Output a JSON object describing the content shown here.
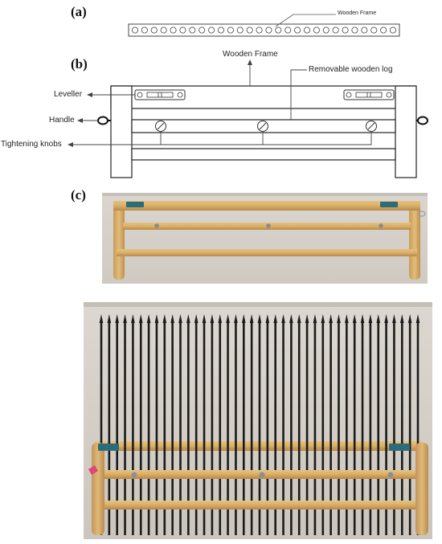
{
  "panels": {
    "a": "(a)",
    "b": "(b)",
    "c": "(c)"
  },
  "diagram_a": {
    "frame_label": "Wooden Frame",
    "hole_count": 28
  },
  "diagram_b": {
    "wooden_frame": "Wooden Frame",
    "removable_log": "Removable wooden log",
    "leveller": "Leveller",
    "handle": "Handle",
    "tightening_knobs": "Tightening knobs"
  },
  "photo_bottom": {
    "rod_count": 41
  },
  "colors": {
    "wood": "#d9b06a",
    "wood_dark": "#b8894a",
    "wall": "#d8d3cb",
    "rod": "#1b1b1b",
    "leveller": "#2b6b7a"
  }
}
